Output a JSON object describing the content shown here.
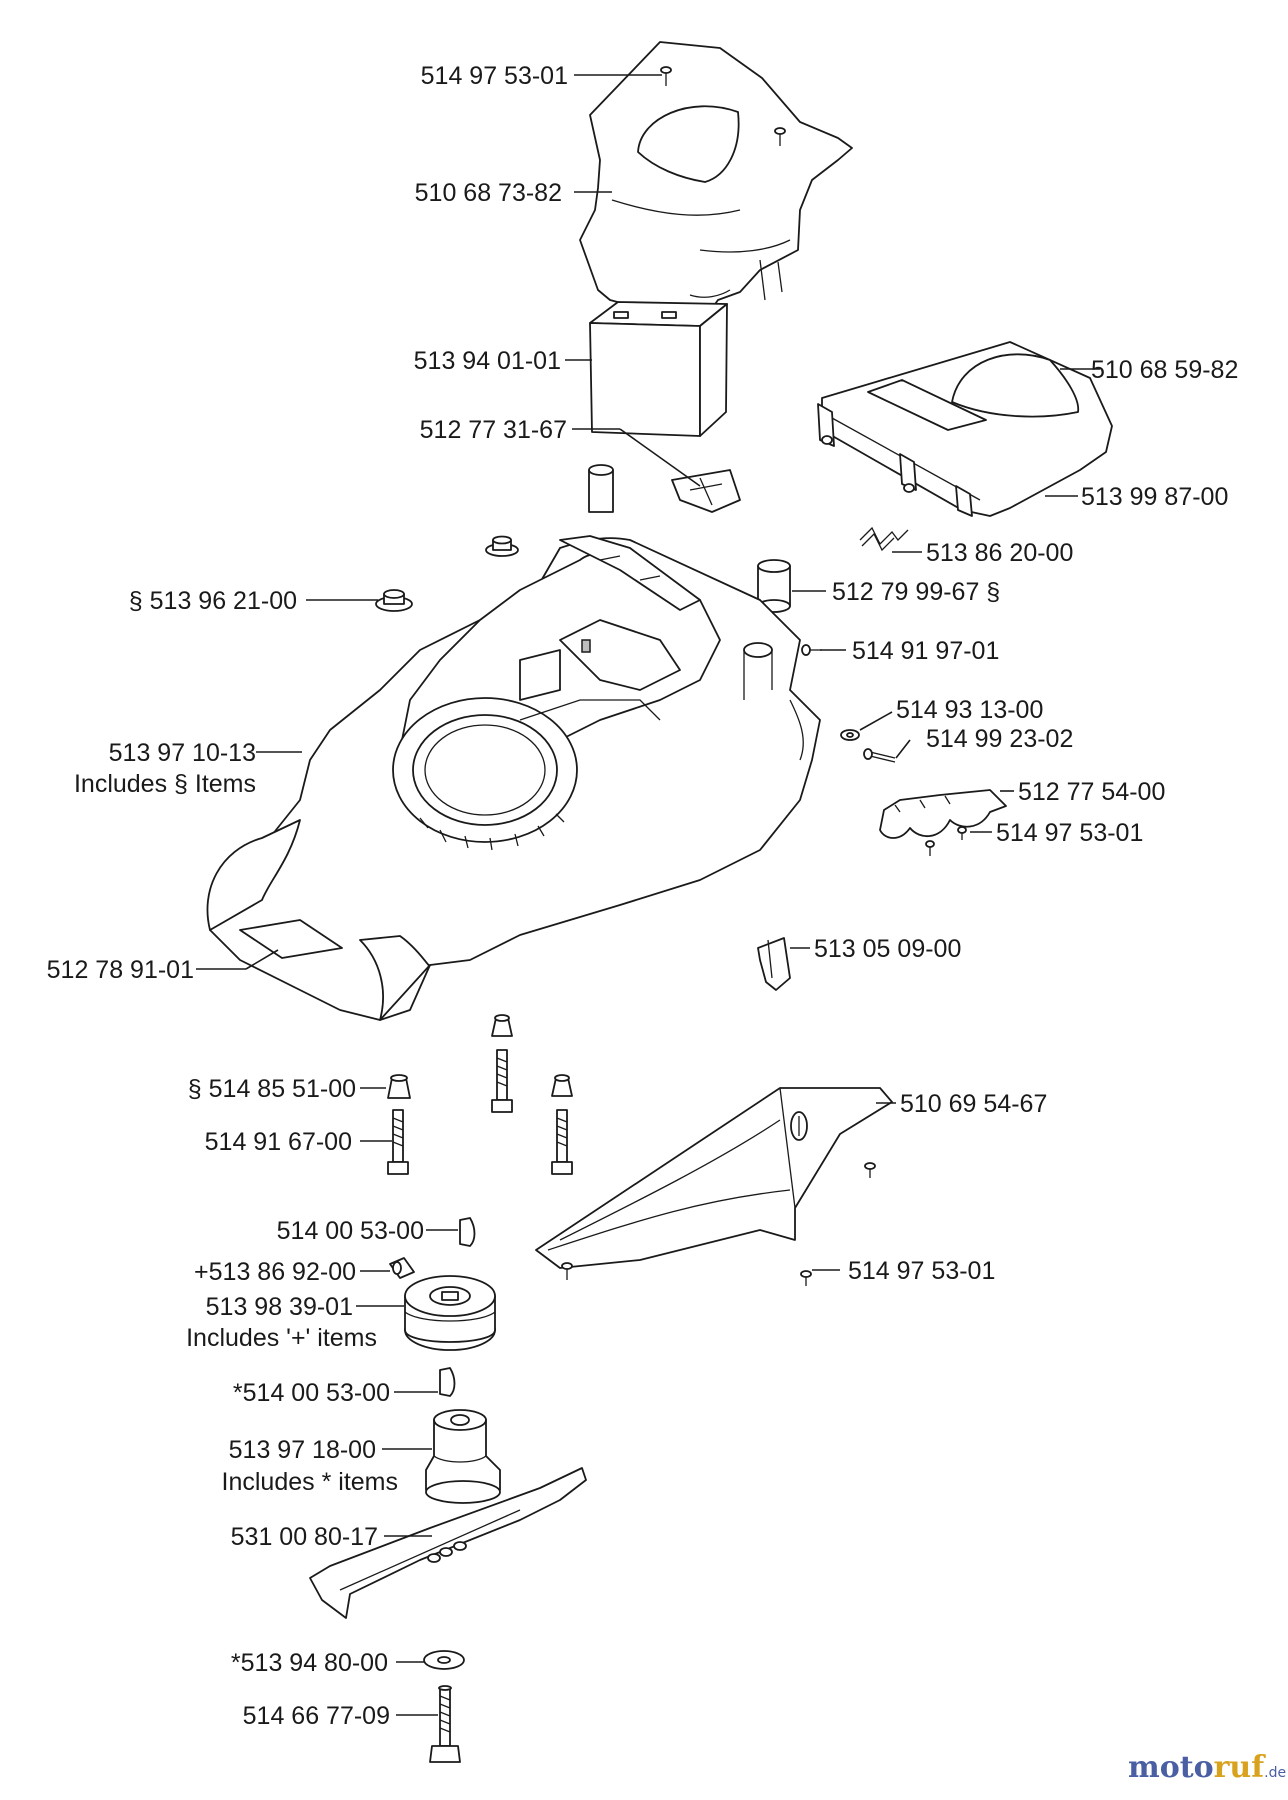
{
  "labels": {
    "screw_top": "514 97 53-01",
    "cover_top": "510 68 73-82",
    "battery": "513 94 01-01",
    "battery_pad": "512 77 31-67",
    "rear_cover": "510 68 59-82",
    "rear_hinge": "513 99 87-00",
    "spring": "513 86 20-00",
    "wheel_cap": "§ 513 96 21-00",
    "spacer": "512 79 99-67 §",
    "screw_side": "514 91 97-01",
    "washer_side": "514 93 13-00",
    "bolt_side": "514 99 23-02",
    "comb": "512 77 54-00",
    "comb_screw": "514 97 53-01",
    "deck": "513 97 10-13",
    "deck_note": "Includes § Items",
    "deck_decal": "512 78 91-01",
    "clip": "513 05 09-00",
    "bushing": "§ 514 85 51-00",
    "bolt": "514 91 67-00",
    "deflector": "510 69 54-67",
    "deflector_screw": "514 97 53-01",
    "key_top": "514 00 53-00",
    "pin": "+513 86 92-00",
    "pulley": "513 98 39-01",
    "pulley_note": "Includes '+' items",
    "key_low": "*514 00 53-00",
    "hub": "513 97 18-00",
    "hub_note": "Includes  *  items",
    "blade": "531 00 80-17",
    "washer": "*513 94 80-00",
    "blade_bolt": "514 66 77-09"
  },
  "watermark": {
    "part1": "moto",
    "part2": "ruf",
    "part3": ".de"
  }
}
